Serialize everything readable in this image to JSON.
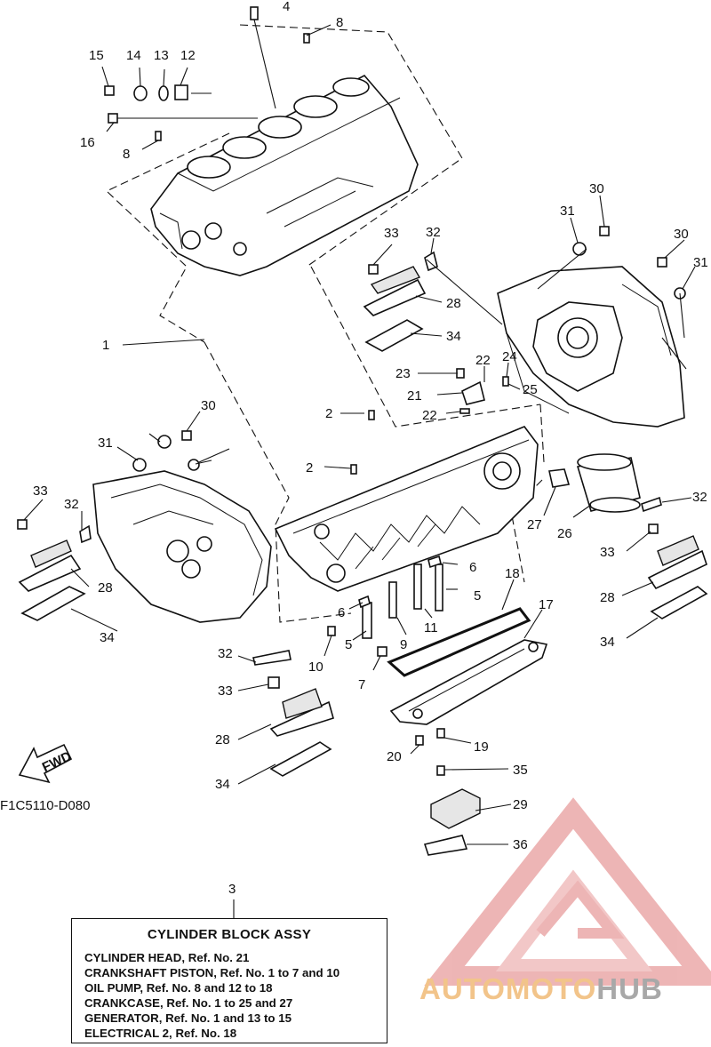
{
  "diagram": {
    "code": "F1C5110-D080",
    "fwd_label": "FWD",
    "callouts": [
      "1",
      "2",
      "2",
      "3",
      "4",
      "5",
      "5",
      "6",
      "6",
      "7",
      "8",
      "8",
      "9",
      "10",
      "11",
      "12",
      "13",
      "14",
      "15",
      "16",
      "17",
      "18",
      "19",
      "20",
      "21",
      "22",
      "22",
      "23",
      "24",
      "25",
      "26",
      "27",
      "28",
      "28",
      "28",
      "28",
      "29",
      "30",
      "30",
      "30",
      "31",
      "31",
      "31",
      "32",
      "32",
      "32",
      "32",
      "33",
      "33",
      "33",
      "33",
      "34",
      "34",
      "34",
      "34",
      "35",
      "36"
    ]
  },
  "legend": {
    "ref_number": "3",
    "title": "CYLINDER BLOCK ASSY",
    "lines": [
      "CYLINDER HEAD,  Ref. No. 21",
      "CRANKSHAFT PISTON,  Ref. No. 1 to 7 and 10",
      "OIL PUMP,  Ref. No. 8 and 12 to 18",
      "CRANKCASE,  Ref. No. 1 to 25 and 27",
      "GENERATOR,  Ref. No. 1 and 13 to 15",
      "ELECTRICAL 2,  Ref. No. 18"
    ]
  },
  "watermark": {
    "brand_part1": "AUTOMOTO",
    "brand_part2": "HUB",
    "logo_color": "#e8a0a0"
  }
}
